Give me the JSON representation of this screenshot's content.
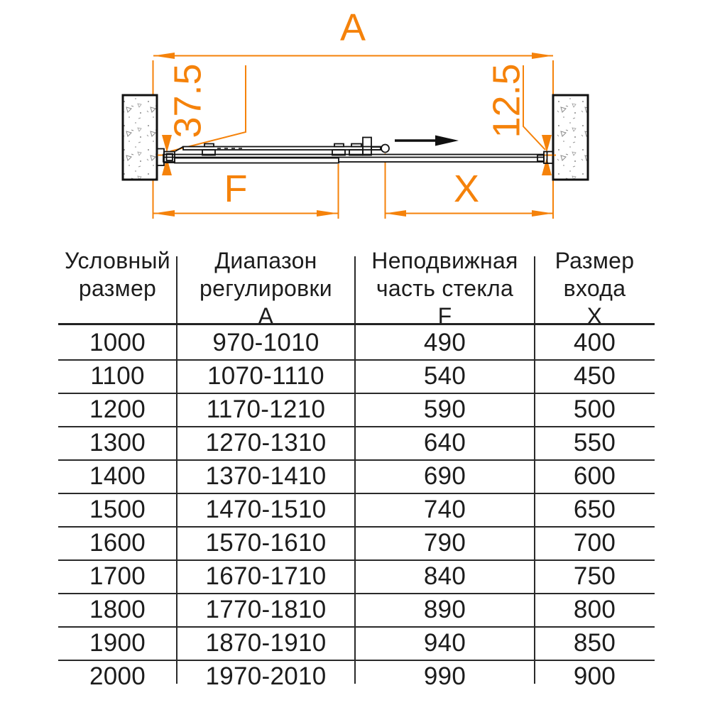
{
  "diagram": {
    "dim_total_label": "A",
    "dim_fixed_label": "F",
    "dim_entry_label": "X",
    "dim_left_profile_label": "37.5",
    "dim_right_profile_label": "12.5",
    "accent_color": "#F5820A",
    "line_color": "#111111"
  },
  "table": {
    "headers": [
      {
        "lines": [
          "Условный",
          "размер"
        ]
      },
      {
        "lines": [
          "Диапазон",
          "регулировки",
          "А"
        ]
      },
      {
        "lines": [
          "Неподвижная",
          "часть стекла",
          "F"
        ]
      },
      {
        "lines": [
          "Размер",
          "входа",
          "X"
        ]
      }
    ],
    "rows": [
      [
        "1000",
        "970-1010",
        "490",
        "400"
      ],
      [
        "1100",
        "1070-1110",
        "540",
        "450"
      ],
      [
        "1200",
        "1170-1210",
        "590",
        "500"
      ],
      [
        "1300",
        "1270-1310",
        "640",
        "550"
      ],
      [
        "1400",
        "1370-1410",
        "690",
        "600"
      ],
      [
        "1500",
        "1470-1510",
        "740",
        "650"
      ],
      [
        "1600",
        "1570-1610",
        "790",
        "700"
      ],
      [
        "1700",
        "1670-1710",
        "840",
        "750"
      ],
      [
        "1800",
        "1770-1810",
        "890",
        "800"
      ],
      [
        "1900",
        "1870-1910",
        "940",
        "850"
      ],
      [
        "2000",
        "1970-2010",
        "990",
        "900"
      ]
    ]
  }
}
